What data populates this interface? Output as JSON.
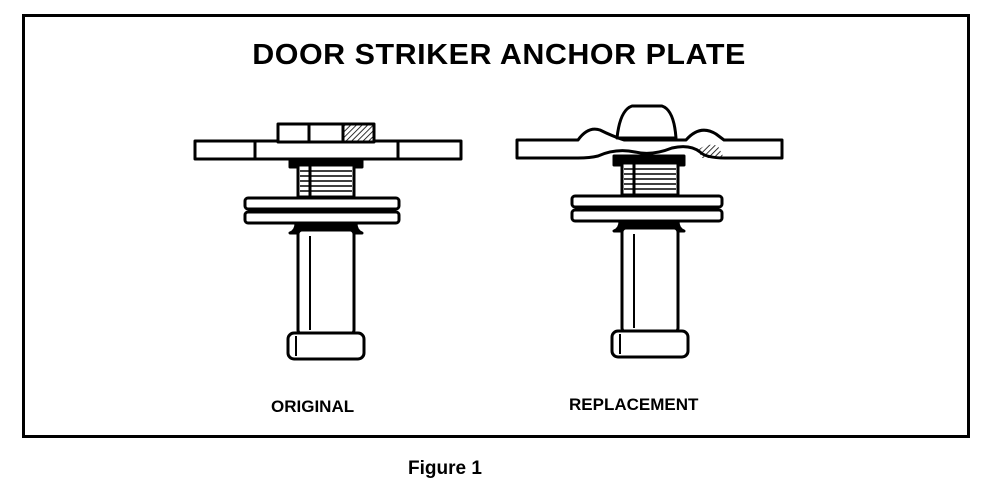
{
  "title": "DOOR STRIKER ANCHOR PLATE",
  "labels": {
    "original": "ORIGINAL",
    "replacement": "REPLACEMENT"
  },
  "caption": "Figure  1"
}
